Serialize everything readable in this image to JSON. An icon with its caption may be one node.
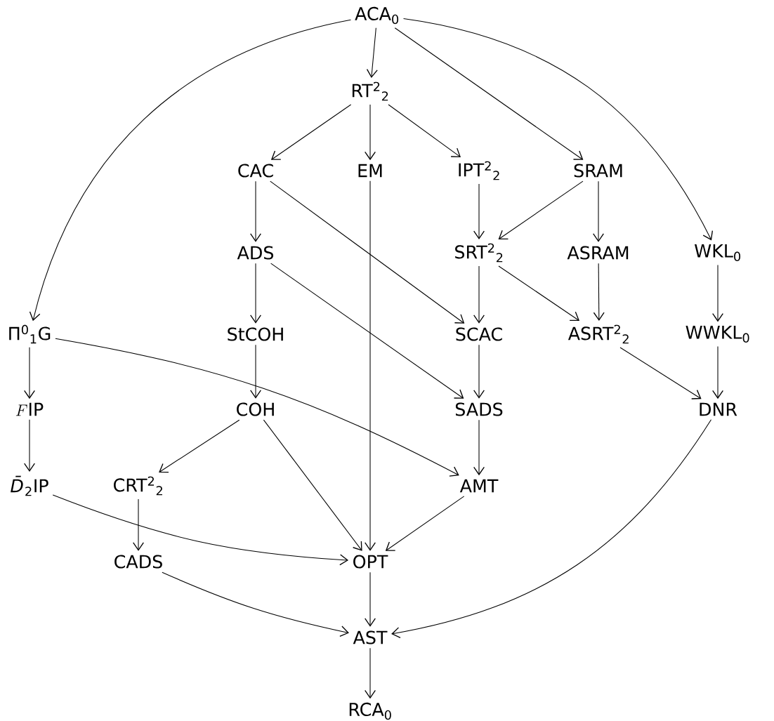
{
  "diagram": {
    "nodes": [
      {
        "text": [
          "ACA$_{0}$"
        ]
      },
      {
        "text": [
          "RT$^{2}$$_{2}$"
        ]
      },
      {
        "text": [
          "CAC"
        ]
      },
      {
        "text": [
          "EM"
        ]
      },
      {
        "text": [
          "IPT$^{2}$$_{2}$"
        ]
      },
      {
        "text": [
          "SRAM"
        ]
      },
      {
        "text": [
          "ADS"
        ]
      },
      {
        "text": [
          "SRT$^{2}$$_{2}$"
        ]
      },
      {
        "text": [
          "ASRAM"
        ]
      },
      {
        "text": [
          "WKL$_{0}$"
        ]
      },
      {
        "text": [
          "Π$^{0}$$_{1}$G"
        ]
      },
      {
        "text": [
          "StCOH"
        ]
      },
      {
        "text": [
          "SCAC"
        ]
      },
      {
        "text": [
          "ASRT$^{2}$$_{2}$"
        ]
      },
      {
        "text": [
          "WWKL$_{0}$"
        ]
      },
      {
        "text": [
          "F\\mbox{IP}"
        ]
      },
      {
        "text": [
          "COH"
        ]
      },
      {
        "text": [
          "SADS"
        ]
      },
      {
        "text": [
          "DNR"
        ]
      },
      {
        "text": [
          "*D̄*$_{2}$IP"
        ]
      },
      {
        "text": [
          "CRT$^{2}$$_{2}$"
        ]
      },
      {
        "text": [
          "AMT"
        ]
      },
      {
        "text": [
          "CADS"
        ]
      },
      {
        "text": [
          "OPT"
        ]
      },
      {
        "text": [
          "AST"
        ]
      },
      {
        "text": [
          "RCA$_{0}$"
        ]
      }
    ],
    "edges": [
      {
        "from": 0,
        "to": 1,
        "arrow": "to"
      },
      {
        "from": 0,
        "to": 5,
        "arrow": "to"
      },
      {
        "from": 0,
        "to": 9,
        "arrow": "to"
      },
      {
        "from": 0,
        "to": 10,
        "arrow": "to"
      },
      {
        "from": 1,
        "to": 2,
        "arrow": "to"
      },
      {
        "from": 1,
        "to": 3,
        "arrow": "to"
      },
      {
        "from": 1,
        "to": 4,
        "arrow": "to"
      },
      {
        "from": 2,
        "to": 6,
        "arrow": "to"
      },
      {
        "from": 2,
        "to": 12,
        "arrow": "to"
      },
      {
        "from": 3,
        "to": 23,
        "arrow": "to"
      },
      {
        "from": 4,
        "to": 7,
        "arrow": "to"
      },
      {
        "from": 5,
        "to": 7,
        "arrow": "to"
      },
      {
        "from": 5,
        "to": 8,
        "arrow": "to"
      },
      {
        "from": 9,
        "to": 14,
        "arrow": "to"
      },
      {
        "from": 6,
        "to": 11,
        "arrow": "to"
      },
      {
        "from": 6,
        "to": 17,
        "arrow": "to"
      },
      {
        "from": 7,
        "to": 12,
        "arrow": "to"
      },
      {
        "from": 7,
        "to": 13,
        "arrow": "to"
      },
      {
        "from": 8,
        "to": 13,
        "arrow": "to"
      },
      {
        "from": 14,
        "to": 18,
        "arrow": "to"
      },
      {
        "from": 10,
        "to": 15,
        "arrow": "to"
      },
      {
        "from": 10,
        "to": 21,
        "arrow": "to"
      },
      {
        "from": 11,
        "to": 16,
        "arrow": "to"
      },
      {
        "from": 12,
        "to": 17,
        "arrow": "to"
      },
      {
        "from": 13,
        "to": 18,
        "arrow": "to"
      },
      {
        "from": 15,
        "to": 19,
        "arrow": "to"
      },
      {
        "from": 16,
        "to": 20,
        "arrow": "to"
      },
      {
        "from": 16,
        "to": 23,
        "arrow": "to"
      },
      {
        "from": 17,
        "to": 21,
        "arrow": "to"
      },
      {
        "from": 19,
        "to": 23,
        "arrow": "to"
      },
      {
        "from": 20,
        "to": 22,
        "arrow": "to"
      },
      {
        "from": 21,
        "to": 23,
        "arrow": "to"
      },
      {
        "from": 22,
        "to": 24,
        "arrow": "to"
      },
      {
        "from": 23,
        "to": 24,
        "arrow": "to"
      },
      {
        "from": 18,
        "to": 24,
        "arrow": "to"
      },
      {
        "from": 24,
        "to": 25,
        "arrow": "to"
      }
    ]
  }
}
